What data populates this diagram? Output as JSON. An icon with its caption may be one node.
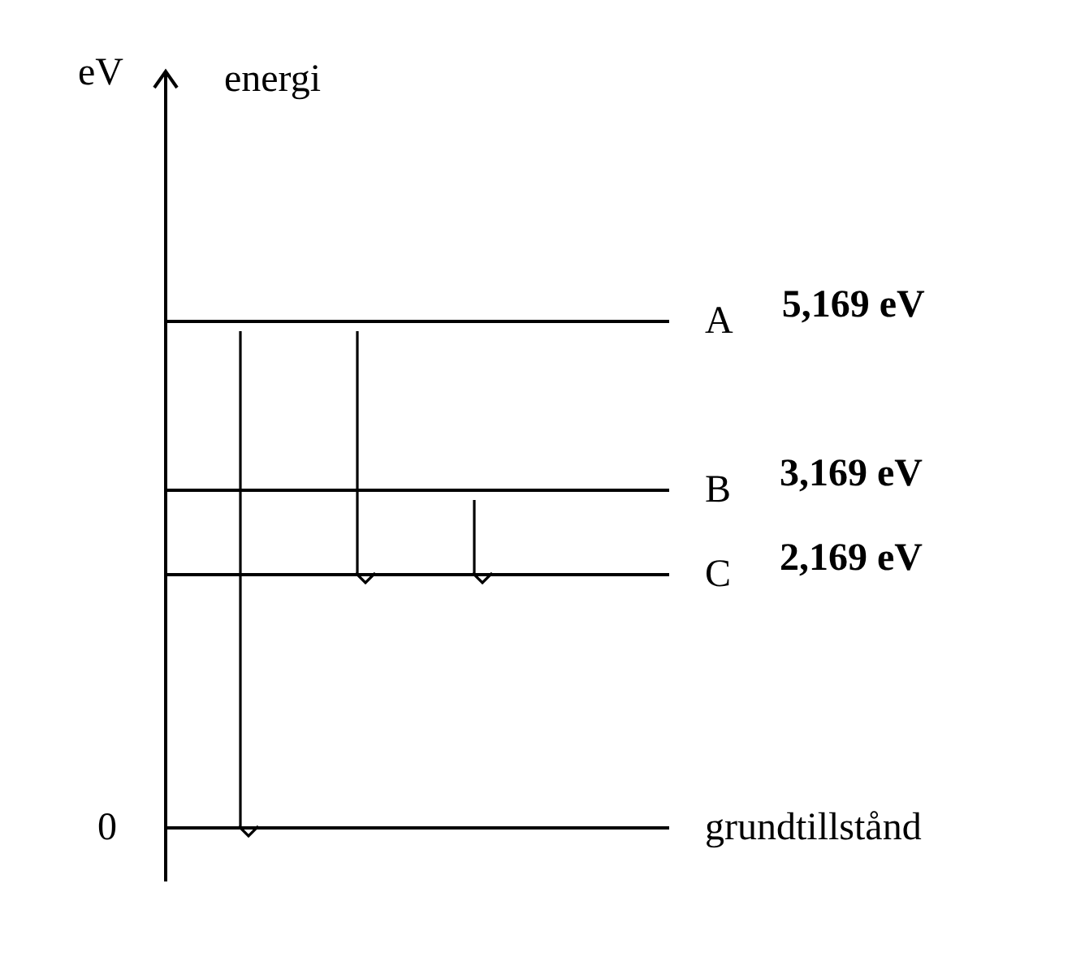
{
  "diagram": {
    "nodes": [
      {
        "text": [
          "A"
        ],
        "beside": [
          "5,169 eV"
        ]
      },
      {
        "text": [
          "B"
        ],
        "beside": [
          "3,169 eV"
        ]
      },
      {
        "text": [
          "C"
        ],
        "beside": [
          "2,169 eV"
        ]
      },
      {
        "text": [
          "grundtillstånd"
        ],
        "beside": [
          "0"
        ]
      }
    ],
    "edges": [
      {
        "from": 0,
        "to": 3,
        "arrow": "to"
      },
      {
        "from": 0,
        "to": 2,
        "arrow": "to"
      },
      {
        "from": 1,
        "to": 2,
        "arrow": "to"
      }
    ],
    "labels": [
      "eV",
      "energi"
    ]
  }
}
